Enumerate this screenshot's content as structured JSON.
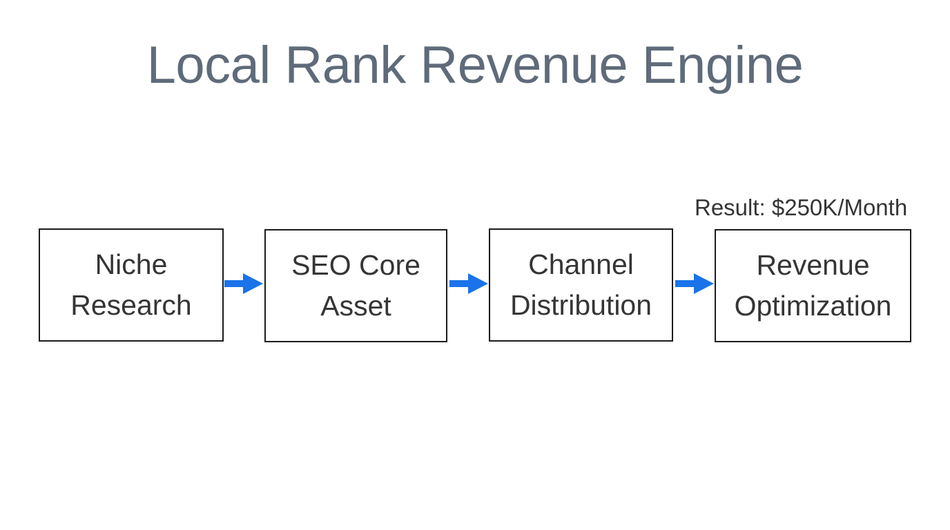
{
  "slide": {
    "title": "Local Rank Revenue Engine",
    "background_color": "#ffffff",
    "title_color": "#5f6b7a",
    "node_text_color": "#353535",
    "node_border_color": "#1a1a1a",
    "arrow_color": "#1a73e8"
  },
  "diagram": {
    "type": "linear-flow",
    "orientation": "horizontal",
    "nodes": [
      {
        "id": "niche-research",
        "label": "Niche\nResearch"
      },
      {
        "id": "seo-core-asset",
        "label": "SEO Core\nAsset"
      },
      {
        "id": "channel-distribution",
        "label": "Channel\nDistribution"
      },
      {
        "id": "revenue-optimization",
        "label": "Revenue\nOptimization"
      }
    ],
    "connectors": [
      {
        "id": "arrow-1",
        "from": "niche-research",
        "to": "seo-core-asset",
        "glyph": "arrow-right-icon"
      },
      {
        "id": "arrow-2",
        "from": "seo-core-asset",
        "to": "channel-distribution",
        "glyph": "arrow-right-icon"
      },
      {
        "id": "arrow-3",
        "from": "channel-distribution",
        "to": "revenue-optimization",
        "glyph": "arrow-right-icon"
      }
    ],
    "annotations": [
      {
        "id": "result",
        "label": "Result: $250K/Month",
        "attached_to": "revenue-optimization"
      }
    ]
  }
}
